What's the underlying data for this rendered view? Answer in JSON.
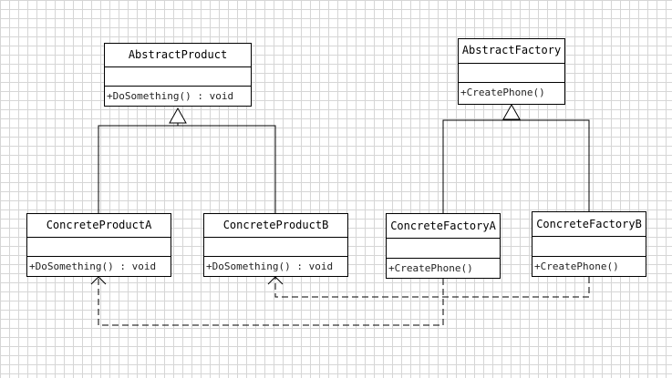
{
  "diagram": {
    "classes": [
      {
        "id": "abstract-product",
        "name": "AbstractProduct",
        "operations": [
          "+DoSomething() : void"
        ]
      },
      {
        "id": "concrete-product-a",
        "name": "ConcreteProductA",
        "operations": [
          "+DoSomething() : void"
        ]
      },
      {
        "id": "concrete-product-b",
        "name": "ConcreteProductB",
        "operations": [
          "+DoSomething() : void"
        ]
      },
      {
        "id": "abstract-factory",
        "name": "AbstractFactory",
        "operations": [
          "+CreatePhone()"
        ]
      },
      {
        "id": "concrete-factory-a",
        "name": "ConcreteFactoryA",
        "operations": [
          "+CreatePhone()"
        ]
      },
      {
        "id": "concrete-factory-b",
        "name": "ConcreteFactoryB",
        "operations": [
          "+CreatePhone()"
        ]
      }
    ],
    "relations": [
      {
        "type": "generalization",
        "from": "concrete-product-a",
        "to": "abstract-product"
      },
      {
        "type": "generalization",
        "from": "concrete-product-b",
        "to": "abstract-product"
      },
      {
        "type": "generalization",
        "from": "concrete-factory-a",
        "to": "abstract-factory"
      },
      {
        "type": "generalization",
        "from": "concrete-factory-b",
        "to": "abstract-factory"
      },
      {
        "type": "dependency",
        "from": "concrete-factory-a",
        "to": "concrete-product-a"
      },
      {
        "type": "dependency",
        "from": "concrete-factory-b",
        "to": "concrete-product-b"
      }
    ]
  }
}
